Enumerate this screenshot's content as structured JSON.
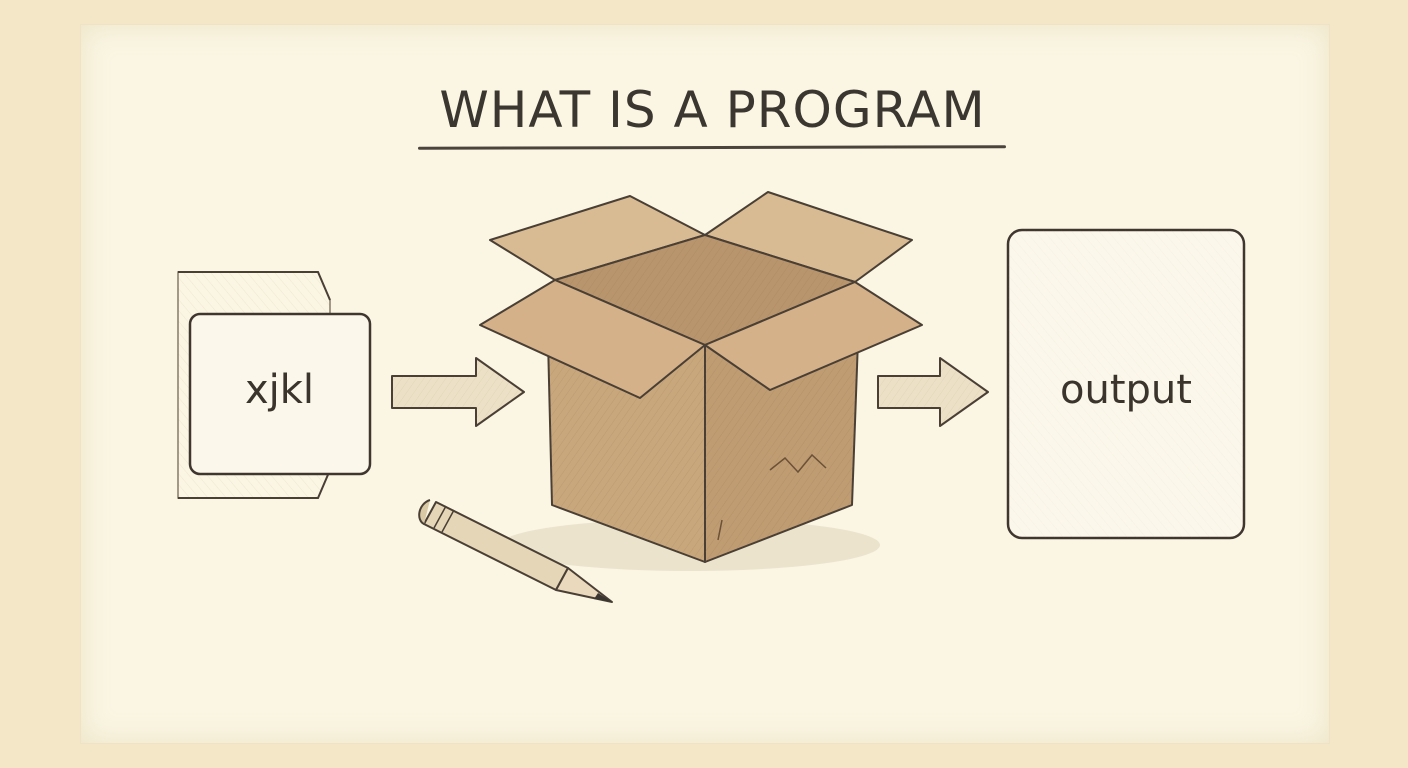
{
  "title": "WHAT IS A PROGRAM",
  "input": {
    "label": "xjkl"
  },
  "output": {
    "label": "output"
  },
  "colors": {
    "background": "#f3e7c8",
    "paper": "#faf6e3",
    "ink": "#3b3630",
    "cardboard": "#c9a77d",
    "cardboard_dark": "#a98660"
  },
  "icons": [
    "document-icon",
    "arrow-right-icon",
    "cardboard-box-icon",
    "pencil-icon",
    "arrow-right-icon",
    "output-panel-icon"
  ]
}
